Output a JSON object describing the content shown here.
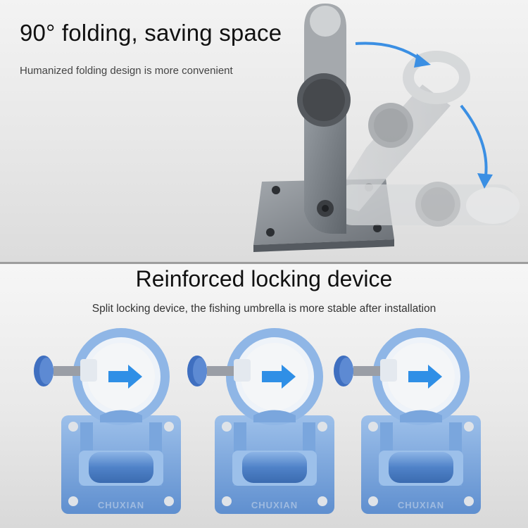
{
  "folding": {
    "headline": "90° folding, saving space",
    "subtext": "Humanized folding design is more convenient"
  },
  "locking": {
    "headline": "Reinforced locking device",
    "subtext": "Split locking device, the fishing umbrella is more stable after installation"
  },
  "product": {
    "brand_mark": "CHUXIAN",
    "clamp_color": "#7ea9dd",
    "arrow_color": "#2f8fe6"
  }
}
